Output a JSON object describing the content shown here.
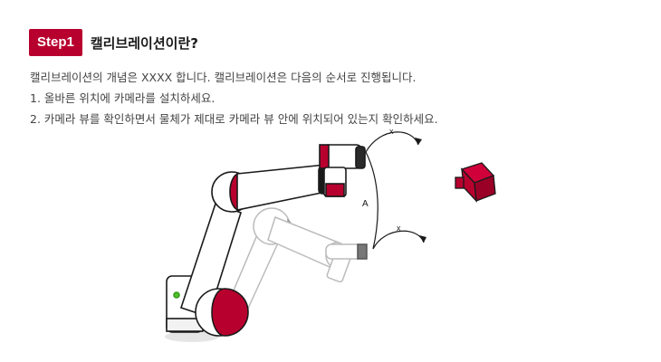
{
  "header": {
    "step_label": "Step1",
    "title": "캘리브레이션이란?"
  },
  "description": {
    "intro": "캘리브레이션의 개념은 XXXX 합니다. 캘리브레이션은 다음의 순서로 진행됩니다.",
    "steps": [
      "1. 올바른 위치에 카메라를 설치하세요.",
      "2. 카메라 뷰를 확인하면서 물체가 제대로 카메라 뷰 안에 위치되어 있는지 확인하세요."
    ]
  },
  "illustration": {
    "label_x_top": "x",
    "label_a": "A",
    "label_x_bottom": "x"
  },
  "colors": {
    "accent": "#b8002e",
    "status_led": "#4fc12a"
  }
}
